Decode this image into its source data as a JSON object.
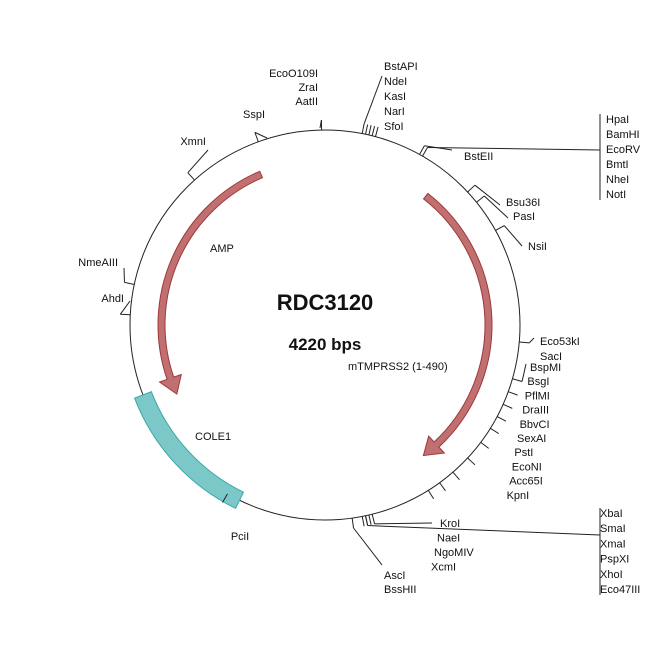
{
  "plasmid": {
    "name": "RDC3120",
    "size_label": "4220 bps"
  },
  "features": [
    {
      "label": "AMP",
      "color": "#c07070",
      "outline": "#a03838",
      "type": "arrow",
      "direction": "ccw"
    },
    {
      "label": "mTMPRSS2 (1-490)",
      "color": "#c07070",
      "outline": "#a03838",
      "type": "arrow",
      "direction": "cw"
    },
    {
      "label": "COLE1",
      "color": "#7cc8c8",
      "outline": "#3aa8a8",
      "type": "block"
    }
  ],
  "site_groups": [
    {
      "labels": [
        "EcoO109I",
        "ZraI",
        "AatII"
      ]
    },
    {
      "labels": [
        "SspI"
      ]
    },
    {
      "labels": [
        "XmnI"
      ]
    },
    {
      "labels": [
        "NmeAIII"
      ]
    },
    {
      "labels": [
        "AhdI"
      ]
    },
    {
      "labels": [
        "PciI"
      ]
    },
    {
      "labels": [
        "BstAPI",
        "NdeI",
        "KasI",
        "NarI",
        "SfoI"
      ]
    },
    {
      "labels": [
        "BstEII"
      ]
    },
    {
      "labels": [
        "HpaI",
        "BamHI",
        "EcoRV",
        "BmtI",
        "NheI",
        "NotI"
      ]
    },
    {
      "labels": [
        "Bsu36I"
      ]
    },
    {
      "labels": [
        "PasI"
      ]
    },
    {
      "labels": [
        "NsiI"
      ]
    },
    {
      "labels": [
        "Eco53kI",
        "SacI"
      ]
    },
    {
      "labels": [
        "BspMI",
        "BsgI",
        "PflMI",
        "DraIII",
        "BbvCI",
        "SexAI",
        "PstI",
        "EcoNI",
        "Acc65I",
        "KpnI"
      ]
    },
    {
      "labels": [
        "KroI",
        "NaeI",
        "NgoMIV",
        "XcmI"
      ]
    },
    {
      "labels": [
        "XbaI",
        "SmaI",
        "XmaI",
        "PspXI",
        "XhoI",
        "Eco47III"
      ]
    },
    {
      "labels": [
        "AscI",
        "BssHII"
      ]
    }
  ]
}
